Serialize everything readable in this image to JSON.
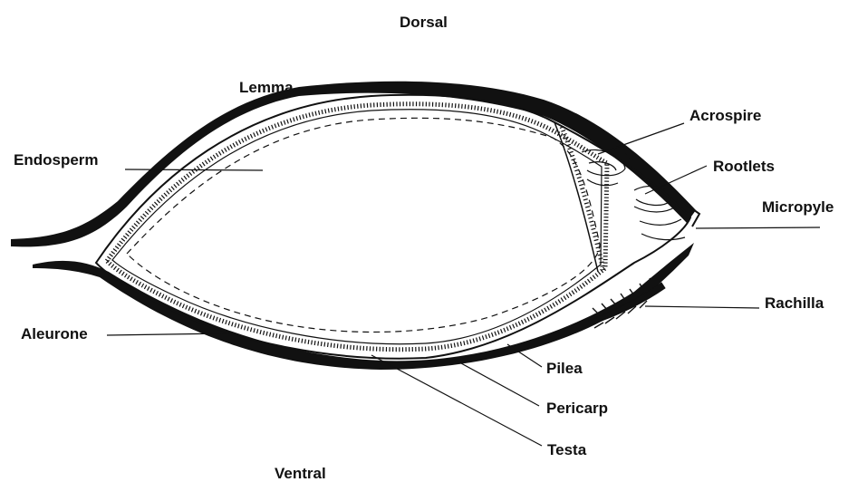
{
  "labels": {
    "dorsal": "Dorsal",
    "ventral": "Ventral",
    "lemma": "Lemma",
    "endosperm": "Endosperm",
    "acrospire": "Acrospire",
    "rootlets": "Rootlets",
    "micropyle": "Micropyle",
    "rachilla": "Rachilla",
    "aleurone": "Aleurone",
    "pilea": "Pilea",
    "pericarp": "Pericarp",
    "testa": "Testa"
  },
  "colors": {
    "ink": "#111111",
    "background": "#ffffff"
  }
}
